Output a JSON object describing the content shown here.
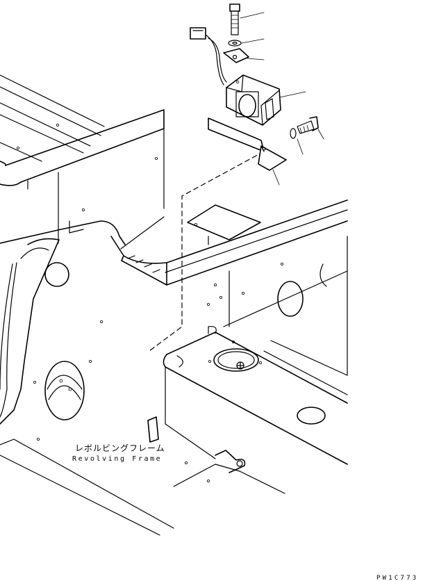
{
  "callouts": {
    "part_label_jp": "レボルビングフレーム",
    "part_label_en": "Revolving Frame"
  },
  "drawing_code": "PW1C773"
}
